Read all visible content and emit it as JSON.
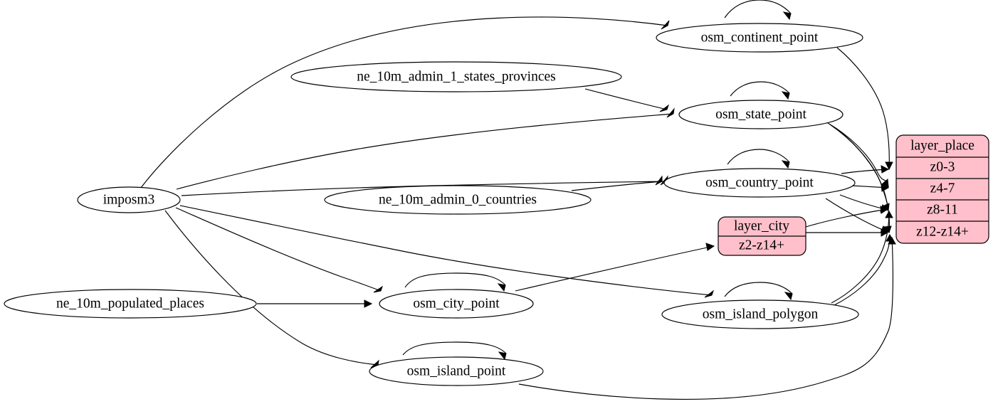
{
  "diagram": {
    "title": "place layer data flow graph",
    "background_color": "#ffffff",
    "edge_color": "#000000",
    "record_fill_color": "#ffc0cb",
    "ellipse_fill_color": "#ffffff"
  },
  "nodes": {
    "imposm3": {
      "label": "imposm3",
      "shape": "ellipse"
    },
    "ne_admin1": {
      "label": "ne_10m_admin_1_states_provinces",
      "shape": "ellipse"
    },
    "ne_admin0": {
      "label": "ne_10m_admin_0_countries",
      "shape": "ellipse"
    },
    "ne_populated": {
      "label": "ne_10m_populated_places",
      "shape": "ellipse"
    },
    "osm_continent_point": {
      "label": "osm_continent_point",
      "shape": "ellipse"
    },
    "osm_state_point": {
      "label": "osm_state_point",
      "shape": "ellipse"
    },
    "osm_country_point": {
      "label": "osm_country_point",
      "shape": "ellipse"
    },
    "osm_city_point": {
      "label": "osm_city_point",
      "shape": "ellipse"
    },
    "osm_island_point": {
      "label": "osm_island_point",
      "shape": "ellipse"
    },
    "osm_island_polygon": {
      "label": "osm_island_polygon",
      "shape": "ellipse"
    }
  },
  "records": {
    "layer_city": {
      "header": "layer_city",
      "rows": [
        "z2-z14+"
      ]
    },
    "layer_place": {
      "header": "layer_place",
      "rows": [
        "z0-3",
        "z4-7",
        "z8-11",
        "z12-z14+"
      ]
    }
  },
  "edges": [
    {
      "from": "imposm3",
      "to": "osm_continent_point"
    },
    {
      "from": "imposm3",
      "to": "osm_state_point"
    },
    {
      "from": "imposm3",
      "to": "osm_country_point"
    },
    {
      "from": "imposm3",
      "to": "osm_island_polygon"
    },
    {
      "from": "imposm3",
      "to": "osm_city_point"
    },
    {
      "from": "imposm3",
      "to": "osm_island_point"
    },
    {
      "from": "ne_admin1",
      "to": "osm_state_point"
    },
    {
      "from": "ne_admin0",
      "to": "osm_country_point"
    },
    {
      "from": "ne_populated",
      "to": "osm_city_point"
    },
    {
      "from": "osm_continent_point",
      "to": "osm_continent_point"
    },
    {
      "from": "osm_state_point",
      "to": "osm_state_point"
    },
    {
      "from": "osm_country_point",
      "to": "osm_country_point"
    },
    {
      "from": "osm_city_point",
      "to": "osm_city_point"
    },
    {
      "from": "osm_island_point",
      "to": "osm_island_point"
    },
    {
      "from": "osm_island_polygon",
      "to": "osm_island_polygon"
    },
    {
      "from": "osm_continent_point",
      "to": "layer_place.z0-3"
    },
    {
      "from": "osm_state_point",
      "to": "layer_place.z4-7"
    },
    {
      "from": "osm_state_point",
      "to": "layer_place.z8-11"
    },
    {
      "from": "osm_state_point",
      "to": "layer_place.z12-z14+"
    },
    {
      "from": "osm_country_point",
      "to": "layer_place.z0-3"
    },
    {
      "from": "osm_country_point",
      "to": "layer_place.z4-7"
    },
    {
      "from": "osm_country_point",
      "to": "layer_place.z8-11"
    },
    {
      "from": "osm_country_point",
      "to": "layer_place.z12-z14+"
    },
    {
      "from": "layer_city",
      "to": "layer_place.z8-11"
    },
    {
      "from": "layer_city",
      "to": "layer_place.z12-z14+"
    },
    {
      "from": "osm_city_point",
      "to": "layer_city.z2-z14+"
    },
    {
      "from": "osm_island_polygon",
      "to": "layer_place.z8-11"
    },
    {
      "from": "osm_island_polygon",
      "to": "layer_place.z12-z14+"
    },
    {
      "from": "osm_island_point",
      "to": "layer_place.z12-z14+"
    }
  ]
}
